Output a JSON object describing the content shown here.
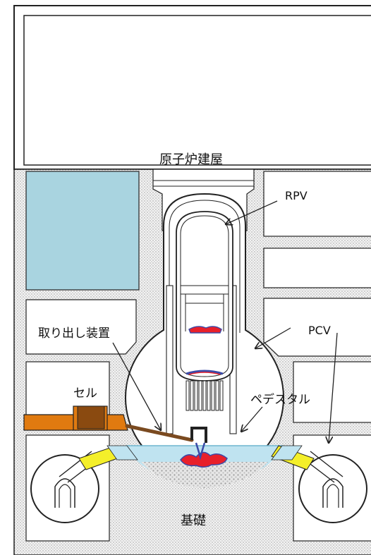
{
  "labels": {
    "building": "原子炉建屋",
    "rpv": "RPV",
    "pcv": "PCV",
    "extraction_device": "取り出し装置",
    "cell": "セル",
    "pedestal": "ペデスタル",
    "foundation": "基礎"
  },
  "colors": {
    "pool": "#a9d4e0",
    "water": "#bfe3f0",
    "debris": "#e8202a",
    "debris_edge": "#3a4aa8",
    "cell_box": "#e07a10",
    "cell_inner": "#8a4a10",
    "arm": "#7a4a20",
    "penetration": "#f4ef2a",
    "stipple": "#d8d8d8",
    "line": "#222222"
  }
}
